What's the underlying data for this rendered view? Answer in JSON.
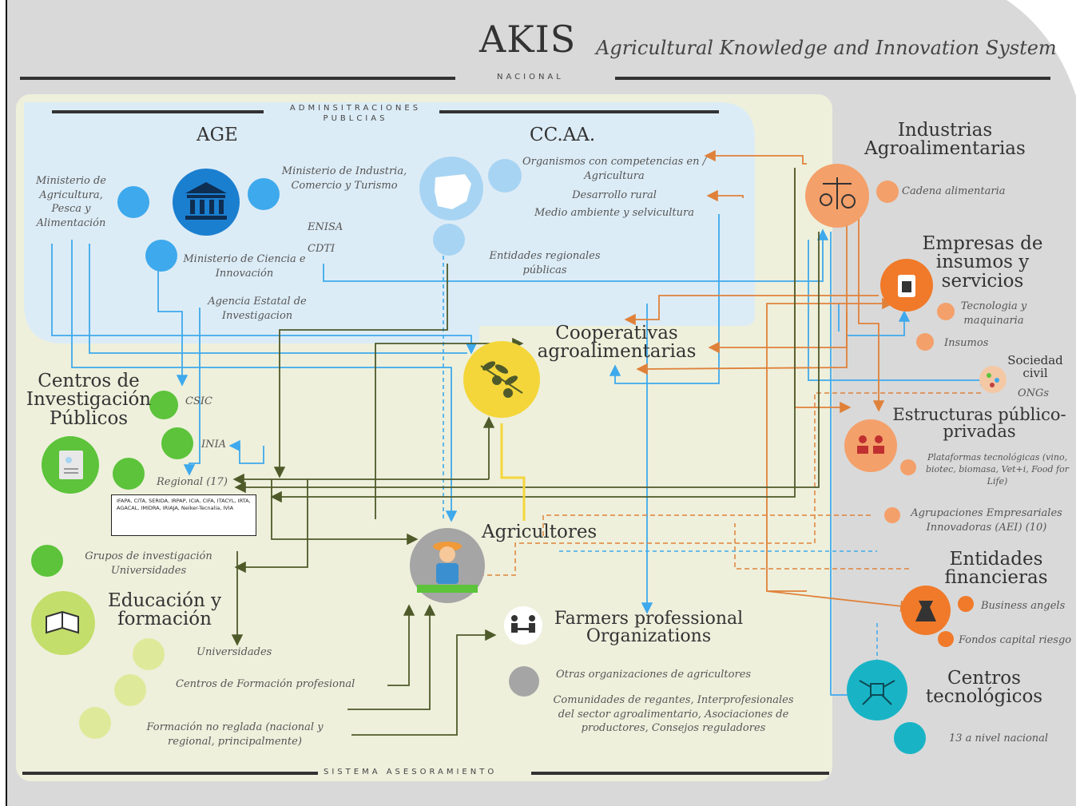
{
  "header": {
    "title": "AKIS",
    "subtitle": "Agricultural Knowledge and Innovation System",
    "scope": "NACIONAL"
  },
  "sections": {
    "administraciones": "ADMINSITRACIONES PUBLCIAS",
    "asesoramiento": "SISTEMA ASESORAMIENTO"
  },
  "age": {
    "heading": "AGE",
    "ministerio_agricultura": "Ministerio de Agricultura, Pesca y Alimentación",
    "ministerio_industria": "Ministerio de Industria, Comercio y Turismo",
    "enisa": "ENISA",
    "cdti": "CDTI",
    "ministerio_ciencia": "Ministerio de Ciencia e Innovación",
    "agencia": "Agencia Estatal de Investigacion"
  },
  "ccaa": {
    "heading": "CC.AA.",
    "organismos": "Organismos con competencias en / Agricultura",
    "desarrollo": "Desarrollo rural",
    "medio": "Medio ambiente y selvicultura",
    "entidades": "Entidades regionales públicas"
  },
  "centros_investigacion": {
    "heading": "Centros de Investigación Públicos",
    "csic": "CSIC",
    "inia": "INIA",
    "regional": "Regional (17)",
    "box_text": "IFAPA, CITA, SERIDA, IRPAP, ICIA, CIFA, ITACYL, IRTA, AGACAL, IMIDRA, IRIAJA, Neiker-Tecnalia, IVIA"
  },
  "educacion": {
    "grupos": "Grupos de investigación Universidades",
    "heading": "Educación y formación",
    "universidades": "Universidades",
    "fp": "Centros de Formación profesional",
    "no_reglada": "Formación no reglada (nacional y regional, principalmente)"
  },
  "cooperativas": "Cooperativas agroalimentarias",
  "agricultores": "Agricultores",
  "farmers": {
    "heading": "Farmers professional Organizations",
    "otras": "Otras organizaciones de agricultores",
    "comunidades": "Comunidades de regantes, Interprofesionales del sector agroalimentario, Asociaciones de productores, Consejos reguladores"
  },
  "industrias": {
    "heading": "Industrias Agroalimentarias",
    "cadena": "Cadena alimentaria"
  },
  "empresas": {
    "heading": "Empresas de insumos y servicios",
    "tecnologia": "Tecnologia y maquinaria",
    "insumos": "Insumos"
  },
  "sociedad": {
    "heading": "Sociedad civil",
    "ongs": "ONGs"
  },
  "estructuras": {
    "heading": "Estructuras público-privadas",
    "plataformas": "Plataformas tecnológicas (vino, biotec, biomasa, Vet+i, Food for Life)",
    "agrupaciones": "Agrupaciones Empresariales Innovadoras (AEI) (10)"
  },
  "financieras": {
    "heading": "Entidades financieras",
    "angels": "Business angels",
    "fondos": "Fondos capital riesgo"
  },
  "tecnologicos": {
    "heading": "Centros tecnológicos",
    "nivel": "13 a nivel nacional"
  },
  "colors": {
    "blue": "#3ea9ec",
    "green": "#5cc33a",
    "orange": "#f08a3a",
    "yellow": "#f4d63a",
    "teal": "#18b4c6",
    "olive": "#5a6630",
    "panel_blue": "#dcecf6",
    "panel_cream": "#eef0dc",
    "panel_grey": "#d9d9d9"
  }
}
